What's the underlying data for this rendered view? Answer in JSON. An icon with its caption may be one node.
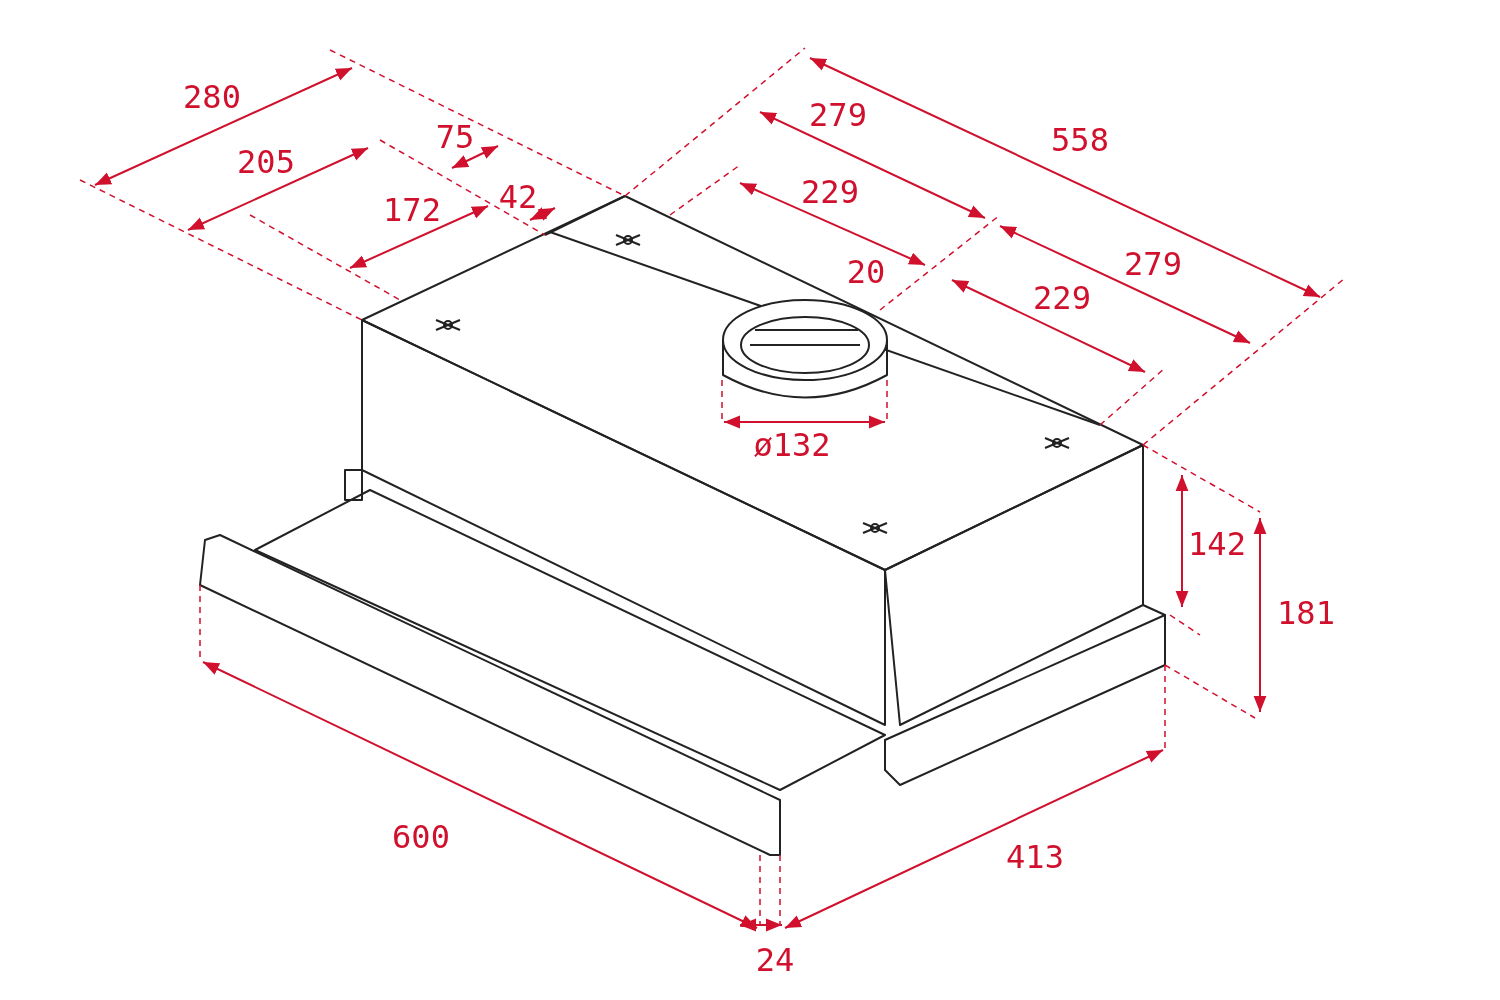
{
  "diagram": {
    "labels": [
      "280",
      "75",
      "279",
      "558",
      "205",
      "42",
      "172",
      "229",
      "20",
      "279",
      "229",
      "ø132",
      "142",
      "181",
      "600",
      "413",
      "24"
    ]
  }
}
